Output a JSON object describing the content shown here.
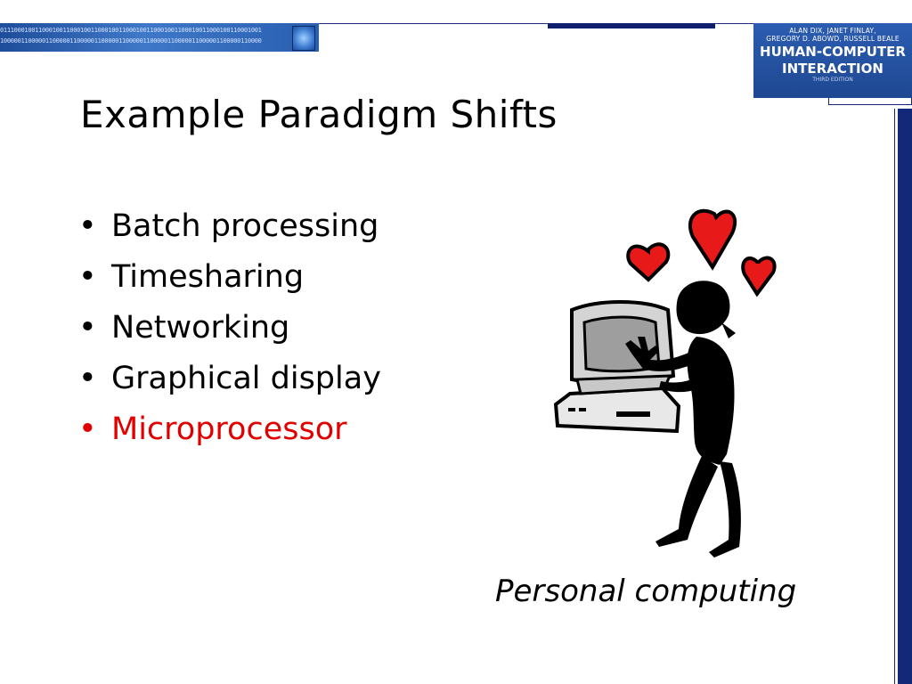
{
  "slide": {
    "title": "Example Paradigm Shifts",
    "bullet_glyph": "•",
    "bullets": [
      {
        "text": "Batch processing",
        "highlighted": false
      },
      {
        "text": "Timesharing",
        "highlighted": false
      },
      {
        "text": "Networking",
        "highlighted": false
      },
      {
        "text": "Graphical display",
        "highlighted": false
      },
      {
        "text": "Microprocessor",
        "highlighted": true
      }
    ],
    "highlight_color": "#e00000",
    "caption": "Personal computing",
    "illustration": "person-loving-computer-icon"
  },
  "header": {
    "banner_row_1": "011100010011000100110001001100010011000100110001001100010011000100110001001",
    "banner_row_2": "100000110000011000001100000110000011000001100000110000011000001100000110000",
    "book": {
      "authors_line_1": "ALAN DIX, JANET FINLAY,",
      "authors_line_2": "GREGORY D. ABOWD, RUSSELL BEALE",
      "title_line_1": "HUMAN-COMPUTER",
      "title_line_2": "INTERACTION",
      "edition": "THIRD EDITION"
    }
  },
  "theme": {
    "accent_blue": "#14287a",
    "banner_blue": "#2c5db2"
  }
}
